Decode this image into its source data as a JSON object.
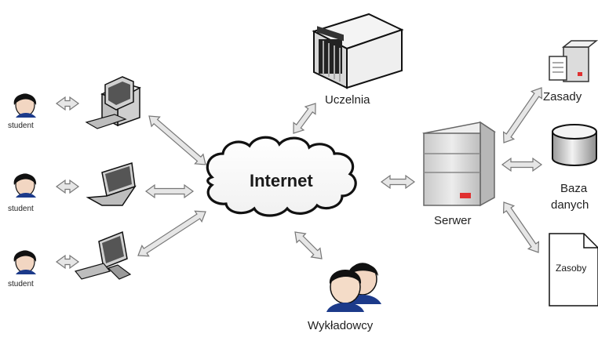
{
  "diagram": {
    "center": {
      "label": "Internet"
    },
    "students": [
      {
        "label": "student"
      },
      {
        "label": "student"
      },
      {
        "label": "student"
      }
    ],
    "university": {
      "label": "Uczelnia"
    },
    "lecturers": {
      "label": "Wykładowcy"
    },
    "server": {
      "label": "Serwer"
    },
    "resources": {
      "rules": {
        "label": "Zasady"
      },
      "database": {
        "label_line1": "Baza",
        "label_line2": "danych"
      },
      "files": {
        "label": "Zasoby"
      }
    }
  },
  "icons": {
    "student": "student-head-icon",
    "desktop": "desktop-computer-icon",
    "laptop": "laptop-icon",
    "monitor": "flat-monitor-icon",
    "building": "university-building-icon",
    "lecturers": "lecturers-icon",
    "server": "server-tower-icon",
    "rules": "rules-printer-icon",
    "database": "database-cylinder-icon",
    "document": "document-icon",
    "arrow": "double-arrow-icon"
  },
  "colors": {
    "arrow_fill": "#e6e6e6",
    "arrow_stroke": "#777777",
    "server_body": "#d9d9d9",
    "server_led": "#e03030",
    "shirt": "#1c3a8a",
    "hair": "#111111"
  }
}
